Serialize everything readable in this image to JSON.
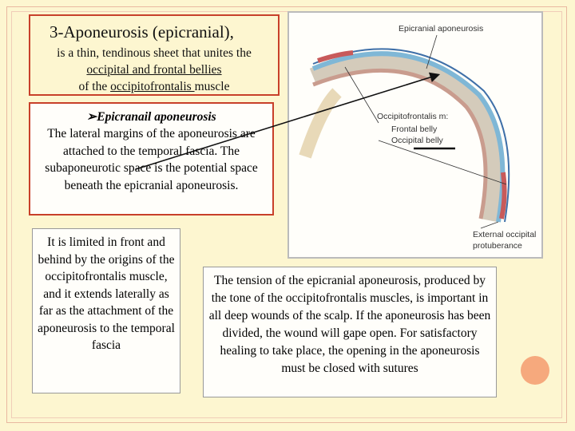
{
  "title": {
    "heading": "3-Aponeurosis (epicranial),",
    "line1": "is a thin, tendinous sheet that unites the",
    "line2": "occipital and frontal bellies ",
    "line3_pre": "of the ",
    "line3_u": "occipitofrontalis ",
    "line3_post": "muscle"
  },
  "box2": {
    "heading": "Epicranail aponeurosis",
    "text": "The lateral margins of the aponeurosis are attached to the temporal fascia. The subaponeurotic space is the potential space beneath the epicranial aponeurosis."
  },
  "box3": {
    "text": "It is limited in front and behind by the origins of the occipitofrontalis muscle, and it extends laterally as far as the attachment of the aponeurosis to the temporal fascia"
  },
  "box4": {
    "text": "The tension of the epicranial aponeurosis, produced by the tone of the occipitofrontalis muscles, is important in all deep wounds of the scalp. If the aponeurosis has been divided, the wound will gape open. For satisfactory healing to take place, the opening in the aponeurosis must be closed with sutures"
  },
  "figure": {
    "label_aponeurosis": "Epicranial aponeurosis",
    "label_occ_m": "Occipitofrontalis m:",
    "label_frontal": "Frontal belly",
    "label_occipital": "Occipital belly",
    "label_ext1": "External occipital",
    "label_ext2": "protuberance"
  },
  "colors": {
    "background": "#fdf6d0",
    "box_border": "#c8402a",
    "accent_circle": "#f6a97d"
  }
}
